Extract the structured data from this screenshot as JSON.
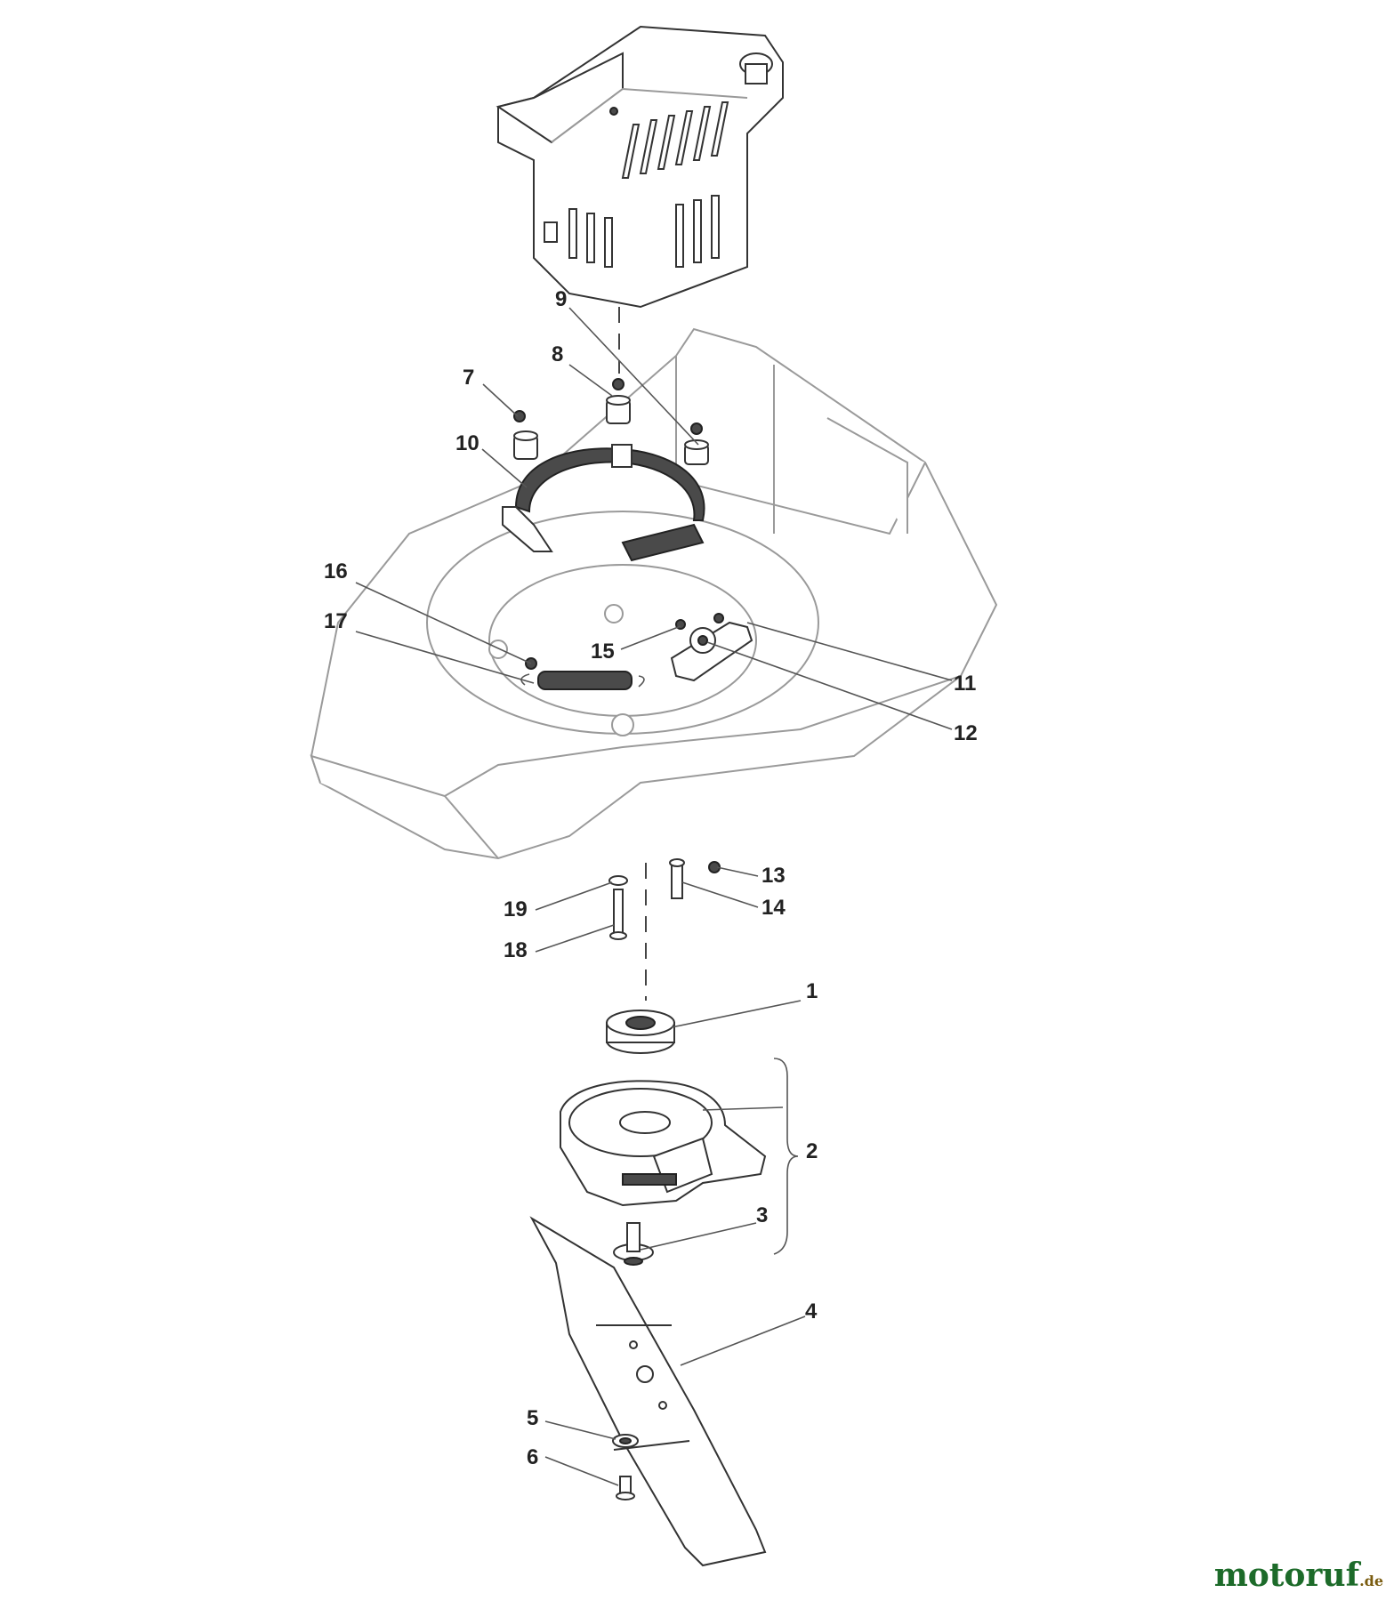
{
  "callouts": {
    "c1": "1",
    "c2": "2",
    "c3": "3",
    "c4": "4",
    "c5": "5",
    "c6": "6",
    "c7": "7",
    "c8": "8",
    "c9": "9",
    "c10": "10",
    "c11": "11",
    "c12": "12",
    "c13": "13",
    "c14": "14",
    "c15": "15",
    "c16": "16",
    "c17": "17",
    "c18": "18",
    "c19": "19"
  },
  "watermark": {
    "main": "motoruf",
    "tld": ".de"
  },
  "colors": {
    "watermark_green": "#1d6b2a",
    "watermark_gold": "#7a5c10",
    "line": "#333333"
  }
}
